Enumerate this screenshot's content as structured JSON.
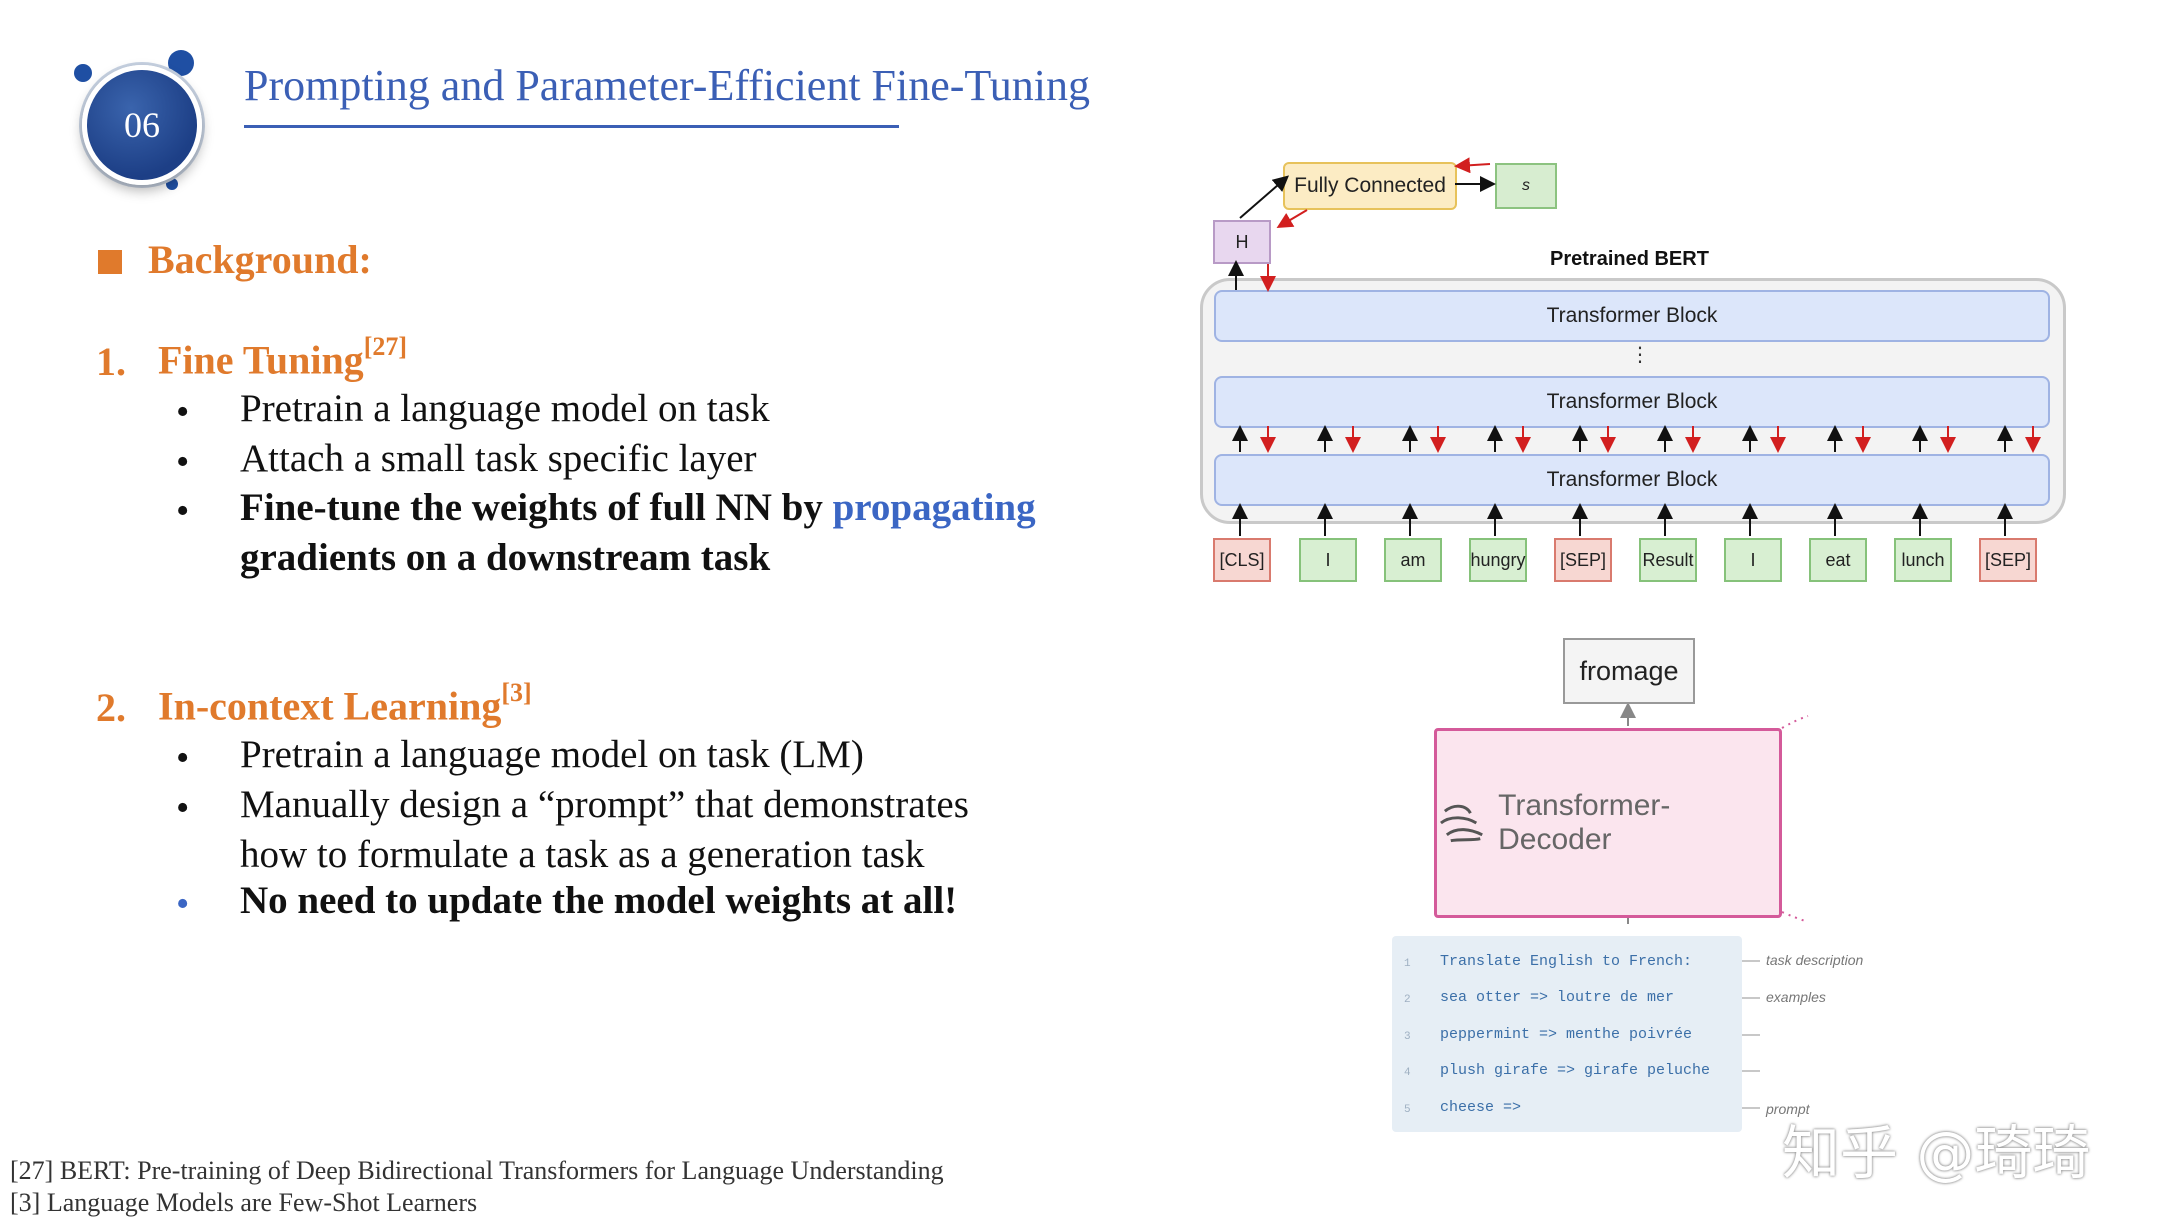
{
  "header": {
    "section_number": "06",
    "title": "Prompting and Parameter-Efficient Fine-Tuning"
  },
  "left": {
    "background_label": "Background:",
    "section1": {
      "number": "1.",
      "heading": "Fine Tuning",
      "ref": "[27]",
      "bullet_char": "•",
      "bullets": [
        "Pretrain a language model on task",
        "Attach a small task specific layer"
      ],
      "bold_bullet_prefix": "Fine-tune the weights of full NN by ",
      "bold_bullet_highlight_line1": "propagating",
      "bold_bullet_highlight_line2": "gradients on a downstream task"
    },
    "section2": {
      "number": "2.",
      "heading": "In-context Learning",
      "ref": "[3]",
      "bullets": [
        "Pretrain a language model on task (LM)",
        "Manually design a “prompt” that demonstrates",
        "how to formulate a task as a generation task"
      ],
      "highlight_bullet": "No need to update the model weights at all!"
    }
  },
  "footnotes": [
    "[27] BERT: Pre-training of Deep Bidirectional Transformers for Language Understanding",
    "[3] Language Models are Few-Shot Learners"
  ],
  "bert_diagram": {
    "fully_connected": "Fully Connected",
    "s_label": "s",
    "h_label": "H",
    "frame_label": "Pretrained BERT",
    "block_label": "Transformer Block",
    "ellipsis": "⋮",
    "tokens": [
      "[CLS]",
      "I",
      "am",
      "hungry",
      "[SEP]",
      "Result",
      "I",
      "eat",
      "lunch",
      "[SEP]"
    ]
  },
  "gpt_diagram": {
    "output": "fromage",
    "decoder": "Transformer-Decoder",
    "prompt_lines": [
      "Translate English to French:",
      "sea otter => loutre de mer",
      "peppermint => menthe poivrée",
      "plush girafe => girafe peluche",
      "cheese =>"
    ],
    "line_numbers": [
      "1",
      "2",
      "3",
      "4",
      "5"
    ],
    "annotations": [
      "task description",
      "examples",
      "prompt"
    ]
  },
  "watermark": "知乎 @琦琦",
  "colors": {
    "accent_blue": "#3b5fb5",
    "accent_orange": "#e07a2c",
    "highlight_blue": "#3b66c4"
  }
}
